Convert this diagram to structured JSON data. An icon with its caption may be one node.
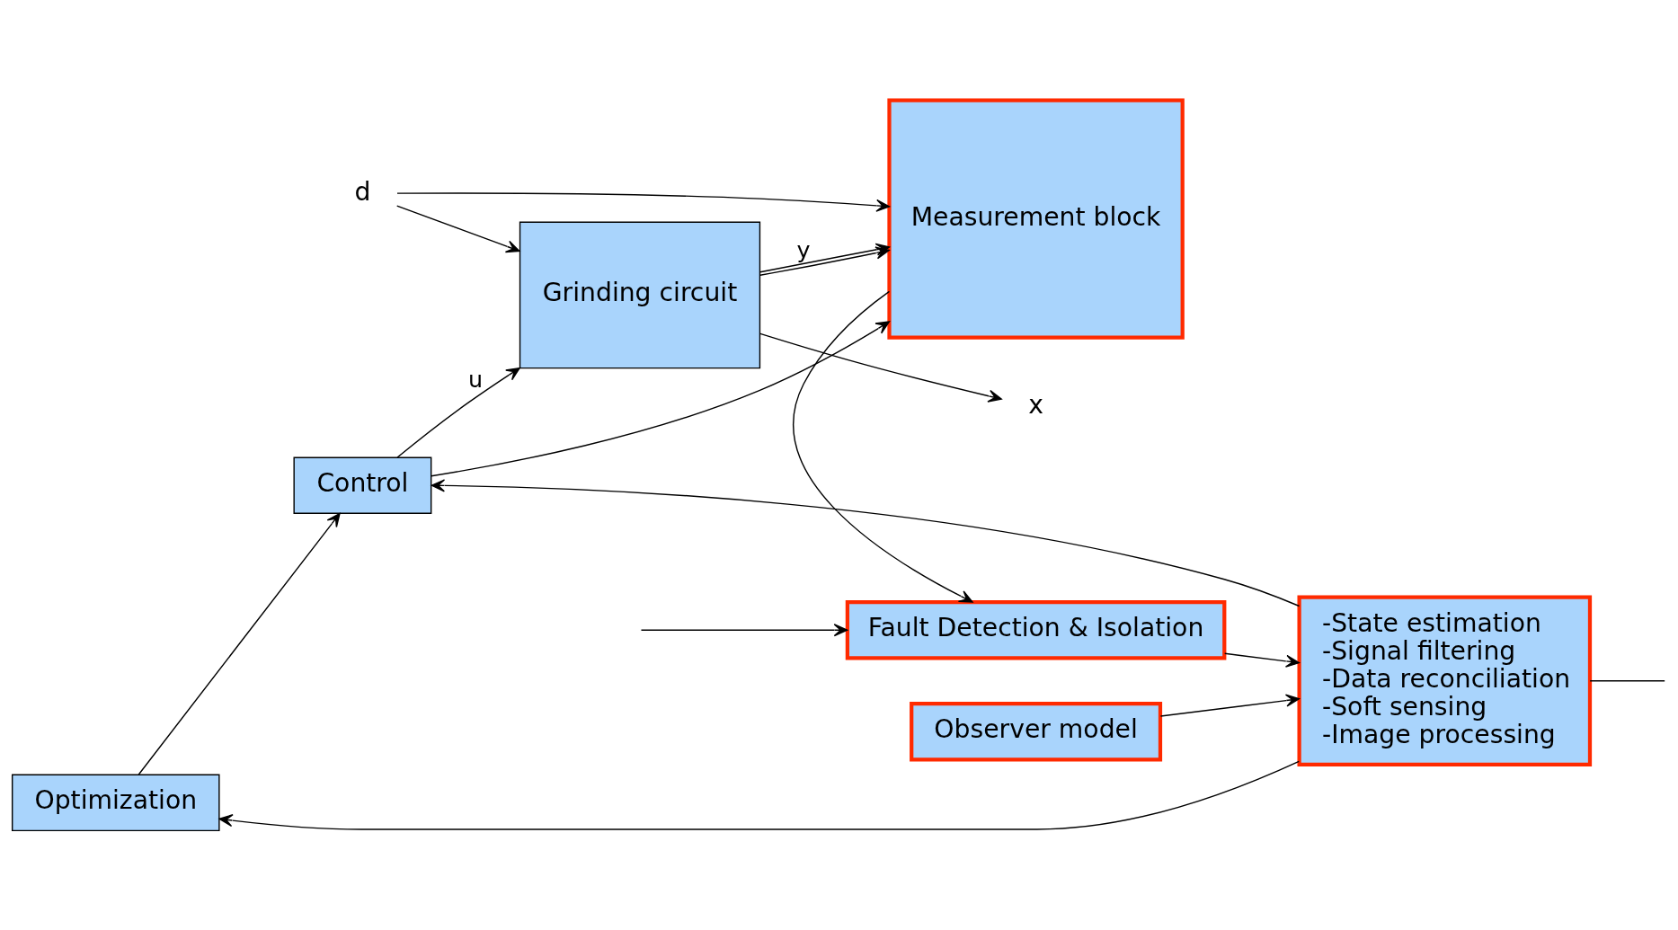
{
  "diagram": {
    "nodes": [
      {
        "text": [
          "Optimization"
        ]
      },
      {
        "text": [
          "Control"
        ]
      },
      {
        "text": [
          "Grinding circuit"
        ]
      },
      {
        "text": [
          "Measurement block"
        ]
      },
      {
        "text": [
          "Fault Detection & Isolation"
        ]
      },
      {
        "text": [
          "-State estimation",
          "-Signal filtering",
          "-Data reconciliation",
          "-Soft sensing",
          "-Image processing"
        ]
      },
      {
        "text": [
          "Observer model"
        ]
      },
      {
        "text": [
          "d"
        ]
      },
      {
        "text": [
          "x"
        ]
      }
    ],
    "edges": [
      {
        "from": 0,
        "to": 1,
        "arrow": "to"
      },
      {
        "from": 1,
        "to": 2,
        "arrow": "to",
        "label": "u"
      },
      {
        "from": 7,
        "to": 2,
        "arrow": "to"
      },
      {
        "from": 7,
        "to": 3,
        "arrow": "to"
      },
      {
        "from": 2,
        "to": 3,
        "arrow": "to",
        "label": "y"
      },
      {
        "from": 1,
        "to": 3,
        "arrow": "to"
      },
      {
        "from": 2,
        "to": 8,
        "arrow": "to"
      },
      {
        "from": 2,
        "to": 3,
        "arrow": "to"
      },
      {
        "from": 3,
        "to": 4,
        "arrow": "to"
      },
      {
        "from": 4,
        "to": 5,
        "arrow": "to"
      },
      {
        "from": 5,
        "to": 1,
        "arrow": "to"
      },
      {
        "from": 5,
        "to": 0,
        "arrow": "to"
      },
      {
        "from": 6,
        "to": 5,
        "arrow": "to"
      },
      {
        "from": null,
        "to": 4,
        "arrow": "to"
      },
      {
        "from": 5,
        "to": null,
        "arrow": "none"
      }
    ]
  }
}
